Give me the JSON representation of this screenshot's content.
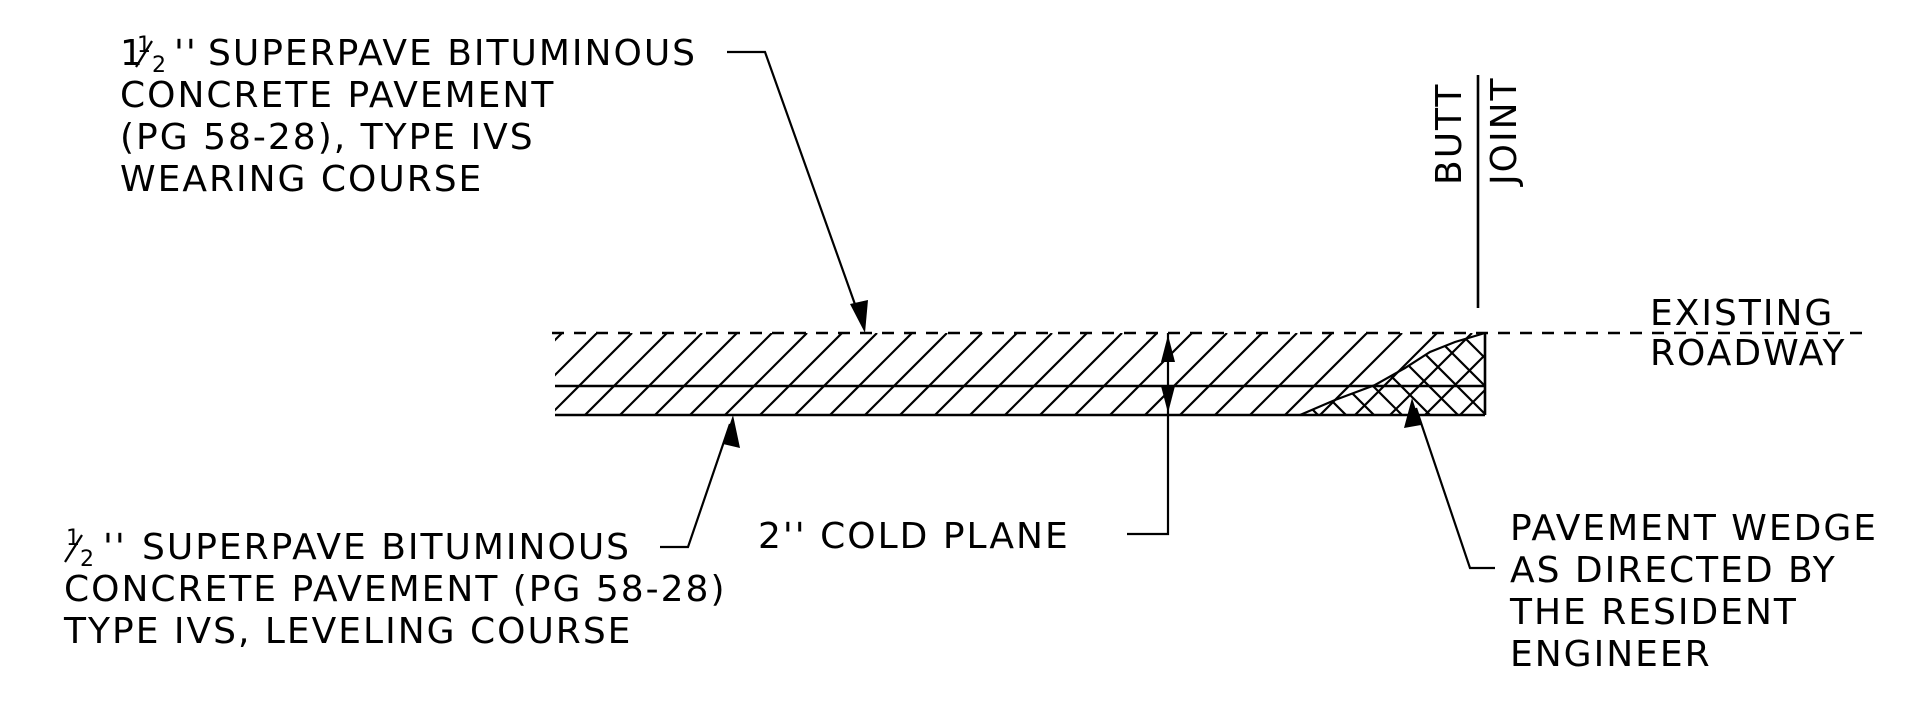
{
  "labels": {
    "wearing_course": {
      "lines": [
        "SUPERPAVE BITUMINOUS",
        "CONCRETE PAVEMENT",
        "(PG 58-28), TYPE IVS",
        "WEARING COURSE"
      ],
      "fraction": {
        "whole": "1",
        "numerator": "1",
        "denominator": "2",
        "unit": "''"
      }
    },
    "leveling_course": {
      "lines": [
        "SUPERPAVE BITUMINOUS",
        "CONCRETE PAVEMENT (PG 58-28)",
        "TYPE IVS, LEVELING COURSE"
      ],
      "fraction": {
        "numerator": "1",
        "denominator": "2",
        "unit": "''"
      }
    },
    "cold_plane": "2'' COLD PLANE",
    "butt_joint": [
      "BUTT",
      "JOINT"
    ],
    "existing_roadway": [
      "EXISTING",
      "ROADWAY"
    ],
    "pavement_wedge": [
      "PAVEMENT WEDGE",
      "AS DIRECTED BY",
      "THE RESIDENT",
      "ENGINEER"
    ]
  }
}
